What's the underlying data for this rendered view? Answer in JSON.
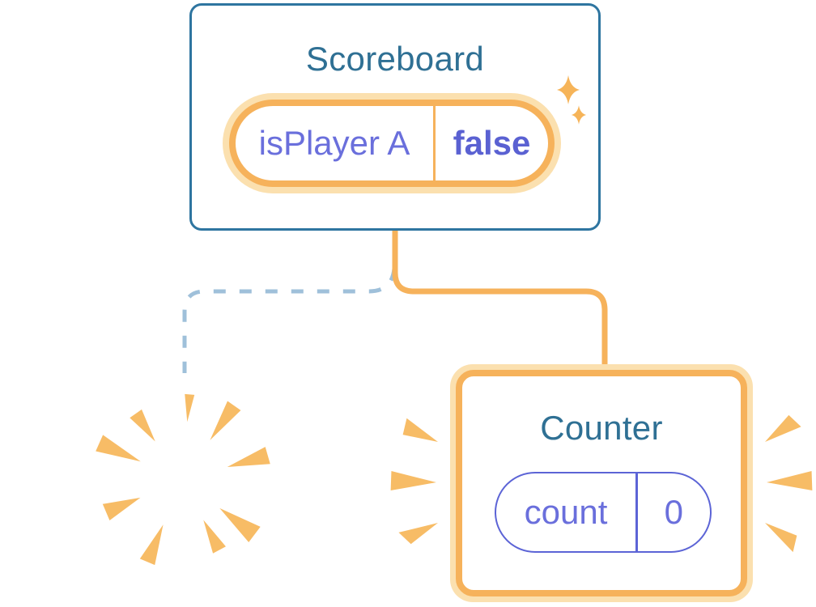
{
  "diagram": {
    "scoreboard": {
      "title": "Scoreboard",
      "state": {
        "name": "isPlayer A",
        "value": "false"
      }
    },
    "counter": {
      "title": "Counter",
      "state": {
        "name": "count",
        "value": "0"
      }
    }
  },
  "colors": {
    "card_border_blue": "#2E75A0",
    "title_blue": "#2F7094",
    "orange": "#F6B25B",
    "orange_glow": "#FBE0AF",
    "spark_orange": "#F7BC66",
    "state_text_purple": "#6A6FDC",
    "state_value_purple": "#5A61D2",
    "count_pill_purple": "#5C64D6",
    "dashed_line_blue": "#9FC0DA",
    "background": "#FFFFFF"
  }
}
